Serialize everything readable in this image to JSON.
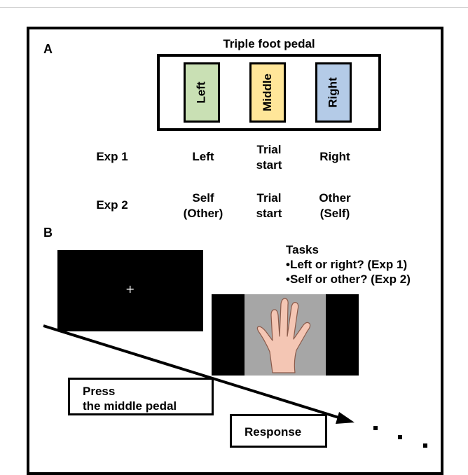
{
  "panel_a": {
    "letter": "A",
    "title": "Triple foot pedal",
    "pedals": [
      {
        "label": "Left",
        "color": "#c9e0b4"
      },
      {
        "label": "Middle",
        "color": "#ffe699"
      },
      {
        "label": "Right",
        "color": "#b4cbe7"
      }
    ],
    "exp1": {
      "name": "Exp 1",
      "left": "Left",
      "middle_line1": "Trial",
      "middle_line2": "start",
      "right": "Right"
    },
    "exp2": {
      "name": "Exp 2",
      "left_line1": "Self",
      "left_line2": "(Other)",
      "middle_line1": "Trial",
      "middle_line2": "start",
      "right_line1": "Other",
      "right_line2": "(Self)"
    }
  },
  "panel_b": {
    "letter": "B",
    "fixation": "+",
    "tasks_title": "Tasks",
    "tasks": [
      "•Left or right? (Exp 1)",
      "•Self or other? (Exp 2)"
    ],
    "press_line1": "Press",
    "press_line2": "the middle pedal",
    "response": "Response",
    "colors": {
      "hand_skin": "#f4c6b4",
      "hand_bg": "#a6a6a6"
    }
  }
}
